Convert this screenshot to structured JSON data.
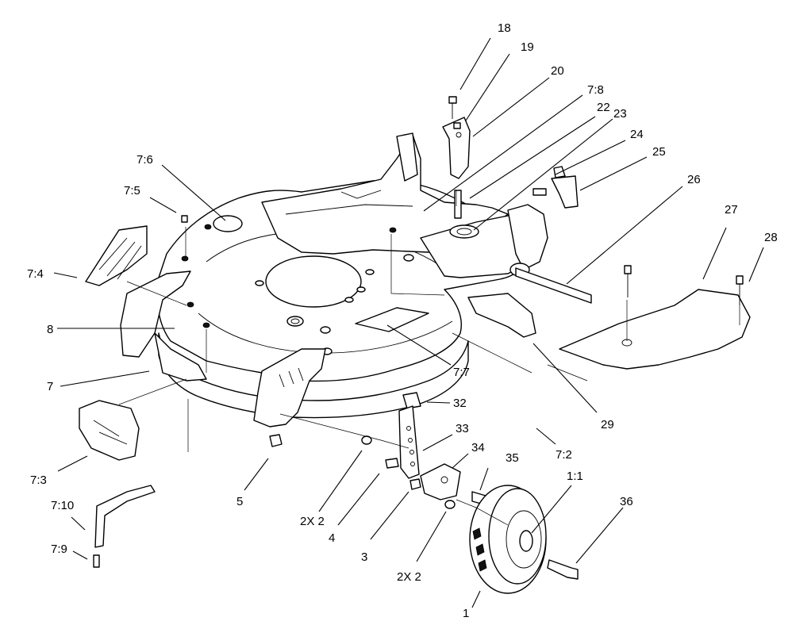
{
  "callouts": [
    {
      "id": "c18",
      "text": "18"
    },
    {
      "id": "c19",
      "text": "19"
    },
    {
      "id": "c20",
      "text": "20"
    },
    {
      "id": "c7_8",
      "text": "7:8"
    },
    {
      "id": "c22",
      "text": "22"
    },
    {
      "id": "c23",
      "text": "23"
    },
    {
      "id": "c24",
      "text": "24"
    },
    {
      "id": "c25",
      "text": "25"
    },
    {
      "id": "c26",
      "text": "26"
    },
    {
      "id": "c27",
      "text": "27"
    },
    {
      "id": "c28",
      "text": "28"
    },
    {
      "id": "c7_6",
      "text": "7:6"
    },
    {
      "id": "c7_5",
      "text": "7:5"
    },
    {
      "id": "c7_4",
      "text": "7:4"
    },
    {
      "id": "c8",
      "text": "8"
    },
    {
      "id": "c7",
      "text": "7"
    },
    {
      "id": "c7_7",
      "text": "7:7"
    },
    {
      "id": "c29",
      "text": "29"
    },
    {
      "id": "c32",
      "text": "32"
    },
    {
      "id": "c33",
      "text": "33"
    },
    {
      "id": "c34",
      "text": "34"
    },
    {
      "id": "c35",
      "text": "35"
    },
    {
      "id": "c1_1",
      "text": "1:1"
    },
    {
      "id": "c7_2",
      "text": "7:2"
    },
    {
      "id": "c7_3",
      "text": "7:3"
    },
    {
      "id": "c5",
      "text": "5"
    },
    {
      "id": "c2x2a",
      "text": "2X 2"
    },
    {
      "id": "c4",
      "text": "4"
    },
    {
      "id": "c3",
      "text": "3"
    },
    {
      "id": "c2x2b",
      "text": "2X 2"
    },
    {
      "id": "c36",
      "text": "36"
    },
    {
      "id": "c7_10",
      "text": "7:10"
    },
    {
      "id": "c7_9",
      "text": "7:9"
    },
    {
      "id": "c1",
      "text": "1"
    }
  ]
}
